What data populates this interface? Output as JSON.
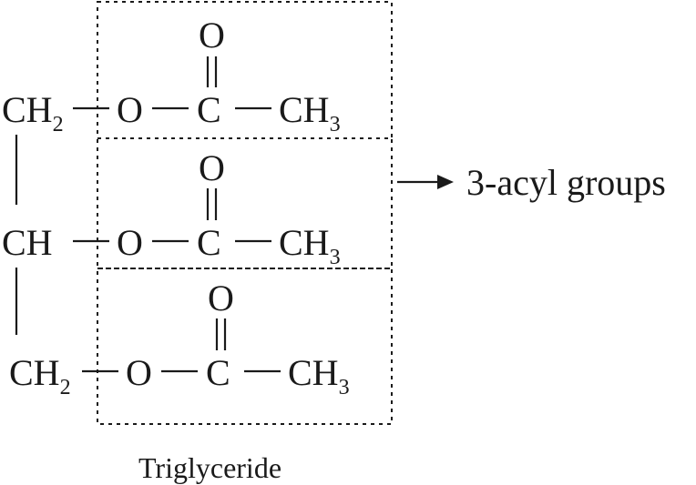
{
  "molecule": {
    "backbone": {
      "top": "CH",
      "top_sub": "2",
      "middle": "CH",
      "bottom": "CH",
      "bottom_sub": "2"
    },
    "ester": {
      "oxygen": "O",
      "carbonyl_carbon": "C",
      "carbonyl_oxygen": "O",
      "methyl": "CH",
      "methyl_sub": "3"
    }
  },
  "annotation": "3-acyl groups",
  "caption": "Triglyceride"
}
